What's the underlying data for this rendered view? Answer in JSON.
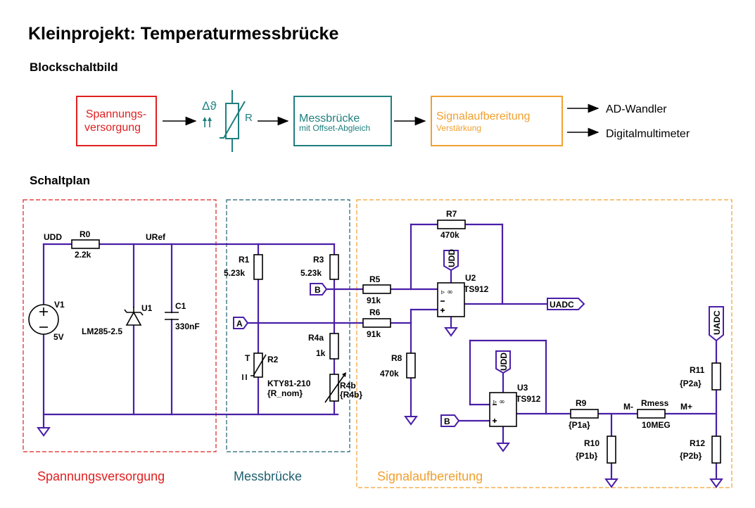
{
  "title": "Kleinprojekt: Temperaturmessbrücke",
  "section_block": "Blockschaltbild",
  "section_schematic": "Schaltplan",
  "colors": {
    "supply": "#e02020",
    "bridge": "#1f7f7f",
    "signal": "#f0a030",
    "wire": "#4a1fa8"
  },
  "blocks": {
    "supply_line1": "Spannungs-",
    "supply_line2": "versorgung",
    "sensor_delta": "Δϑ",
    "sensor_r": "R",
    "bridge_main": "Messbrücke",
    "bridge_sub": "mit Offset-Abgleich",
    "signal_main": "Signalaufbereitung",
    "signal_sub": "Verstärkung",
    "out1": "AD-Wandler",
    "out2": "Digitalmultimeter"
  },
  "regions": {
    "supply": "Spannungsversorgung",
    "bridge": "Messbrücke",
    "signal": "Signalaufbereitung"
  },
  "components": {
    "udd": "UDD",
    "r0_name": "R0",
    "r0_val": "2.2k",
    "uref": "URef",
    "v1_name": "V1",
    "v1_val": "5V",
    "u1_name": "U1",
    "u1_val": "LM285-2.5",
    "c1_name": "C1",
    "c1_val": "330nF",
    "r1_name": "R1",
    "r1_val": "5.23k",
    "r3_name": "R3",
    "r3_val": "5.23k",
    "r2_name": "R2",
    "r2_t": "T",
    "r2_val": "KTY81-210",
    "r2_param": "{R_nom}",
    "r4a_name": "R4a",
    "r4a_val": "1k",
    "r4b_name": "R4b",
    "r4b_param": "{R4b}",
    "node_a": "A",
    "node_b": "B",
    "r5_name": "R5",
    "r5_val": "91k",
    "r6_name": "R6",
    "r6_val": "91k",
    "r7_name": "R7",
    "r7_val": "470k",
    "r8_name": "R8",
    "r8_val": "470k",
    "u2_name": "U2",
    "u2_val": "TS912",
    "uadc": "UADC",
    "u3_name": "U3",
    "u3_val": "TS912",
    "r9_name": "R9",
    "r9_param": "{P1a}",
    "r10_name": "R10",
    "r10_param": "{P1b}",
    "rmess_name": "Rmess",
    "rmess_val": "10MEG",
    "m_minus": "M-",
    "m_plus": "M+",
    "r11_name": "R11",
    "r11_param": "{P2a}",
    "r12_name": "R12",
    "r12_param": "{P2b}",
    "udd_flag": "UDD",
    "uadc_flag": "UADC"
  }
}
